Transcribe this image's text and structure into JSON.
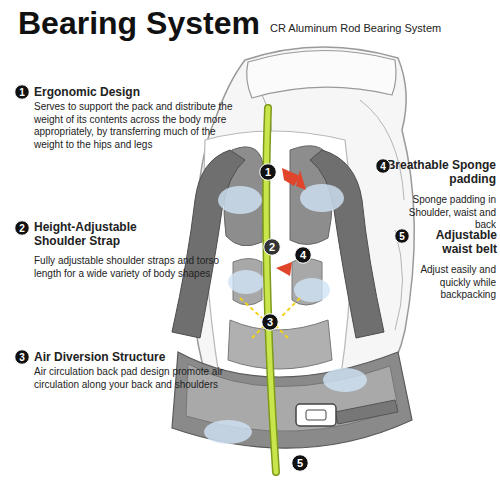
{
  "diagram": {
    "title": "Bearing System",
    "nodes": [
      {
        "text": [
          "1"
        ]
      },
      {
        "text": [
          "1"
        ]
      },
      {
        "text": [
          "4"
        ]
      },
      {
        "text": [
          "2"
        ]
      },
      {
        "text": [
          "2"
        ]
      },
      {
        "text": [
          "4"
        ]
      },
      {
        "text": [
          "5"
        ]
      },
      {
        "text": [
          "3"
        ]
      },
      {
        "text": [
          "3"
        ]
      },
      {
        "text": [
          "5"
        ]
      }
    ],
    "labels": [
      "CR Aluminum Rod Bearing System",
      "Ergonomic Design",
      "Serves to support the pack and distribute the weight of its contents across the body more appropriately, by transferring much of the weight to the hips and legs",
      "Breathable Sponge padding",
      "Sponge padding in Shoulder, waist and back",
      "Height-Adjustable Shoulder Strap",
      "Fully adjustable shoulder straps and torso length for a wide variety of body shapes",
      "Adjustable waist belt",
      "Adjust easily and quickly while backpacking",
      "Air Diversion Structure",
      "Air circulation back pad design promote air circulation along your back and shoulders"
    ]
  }
}
